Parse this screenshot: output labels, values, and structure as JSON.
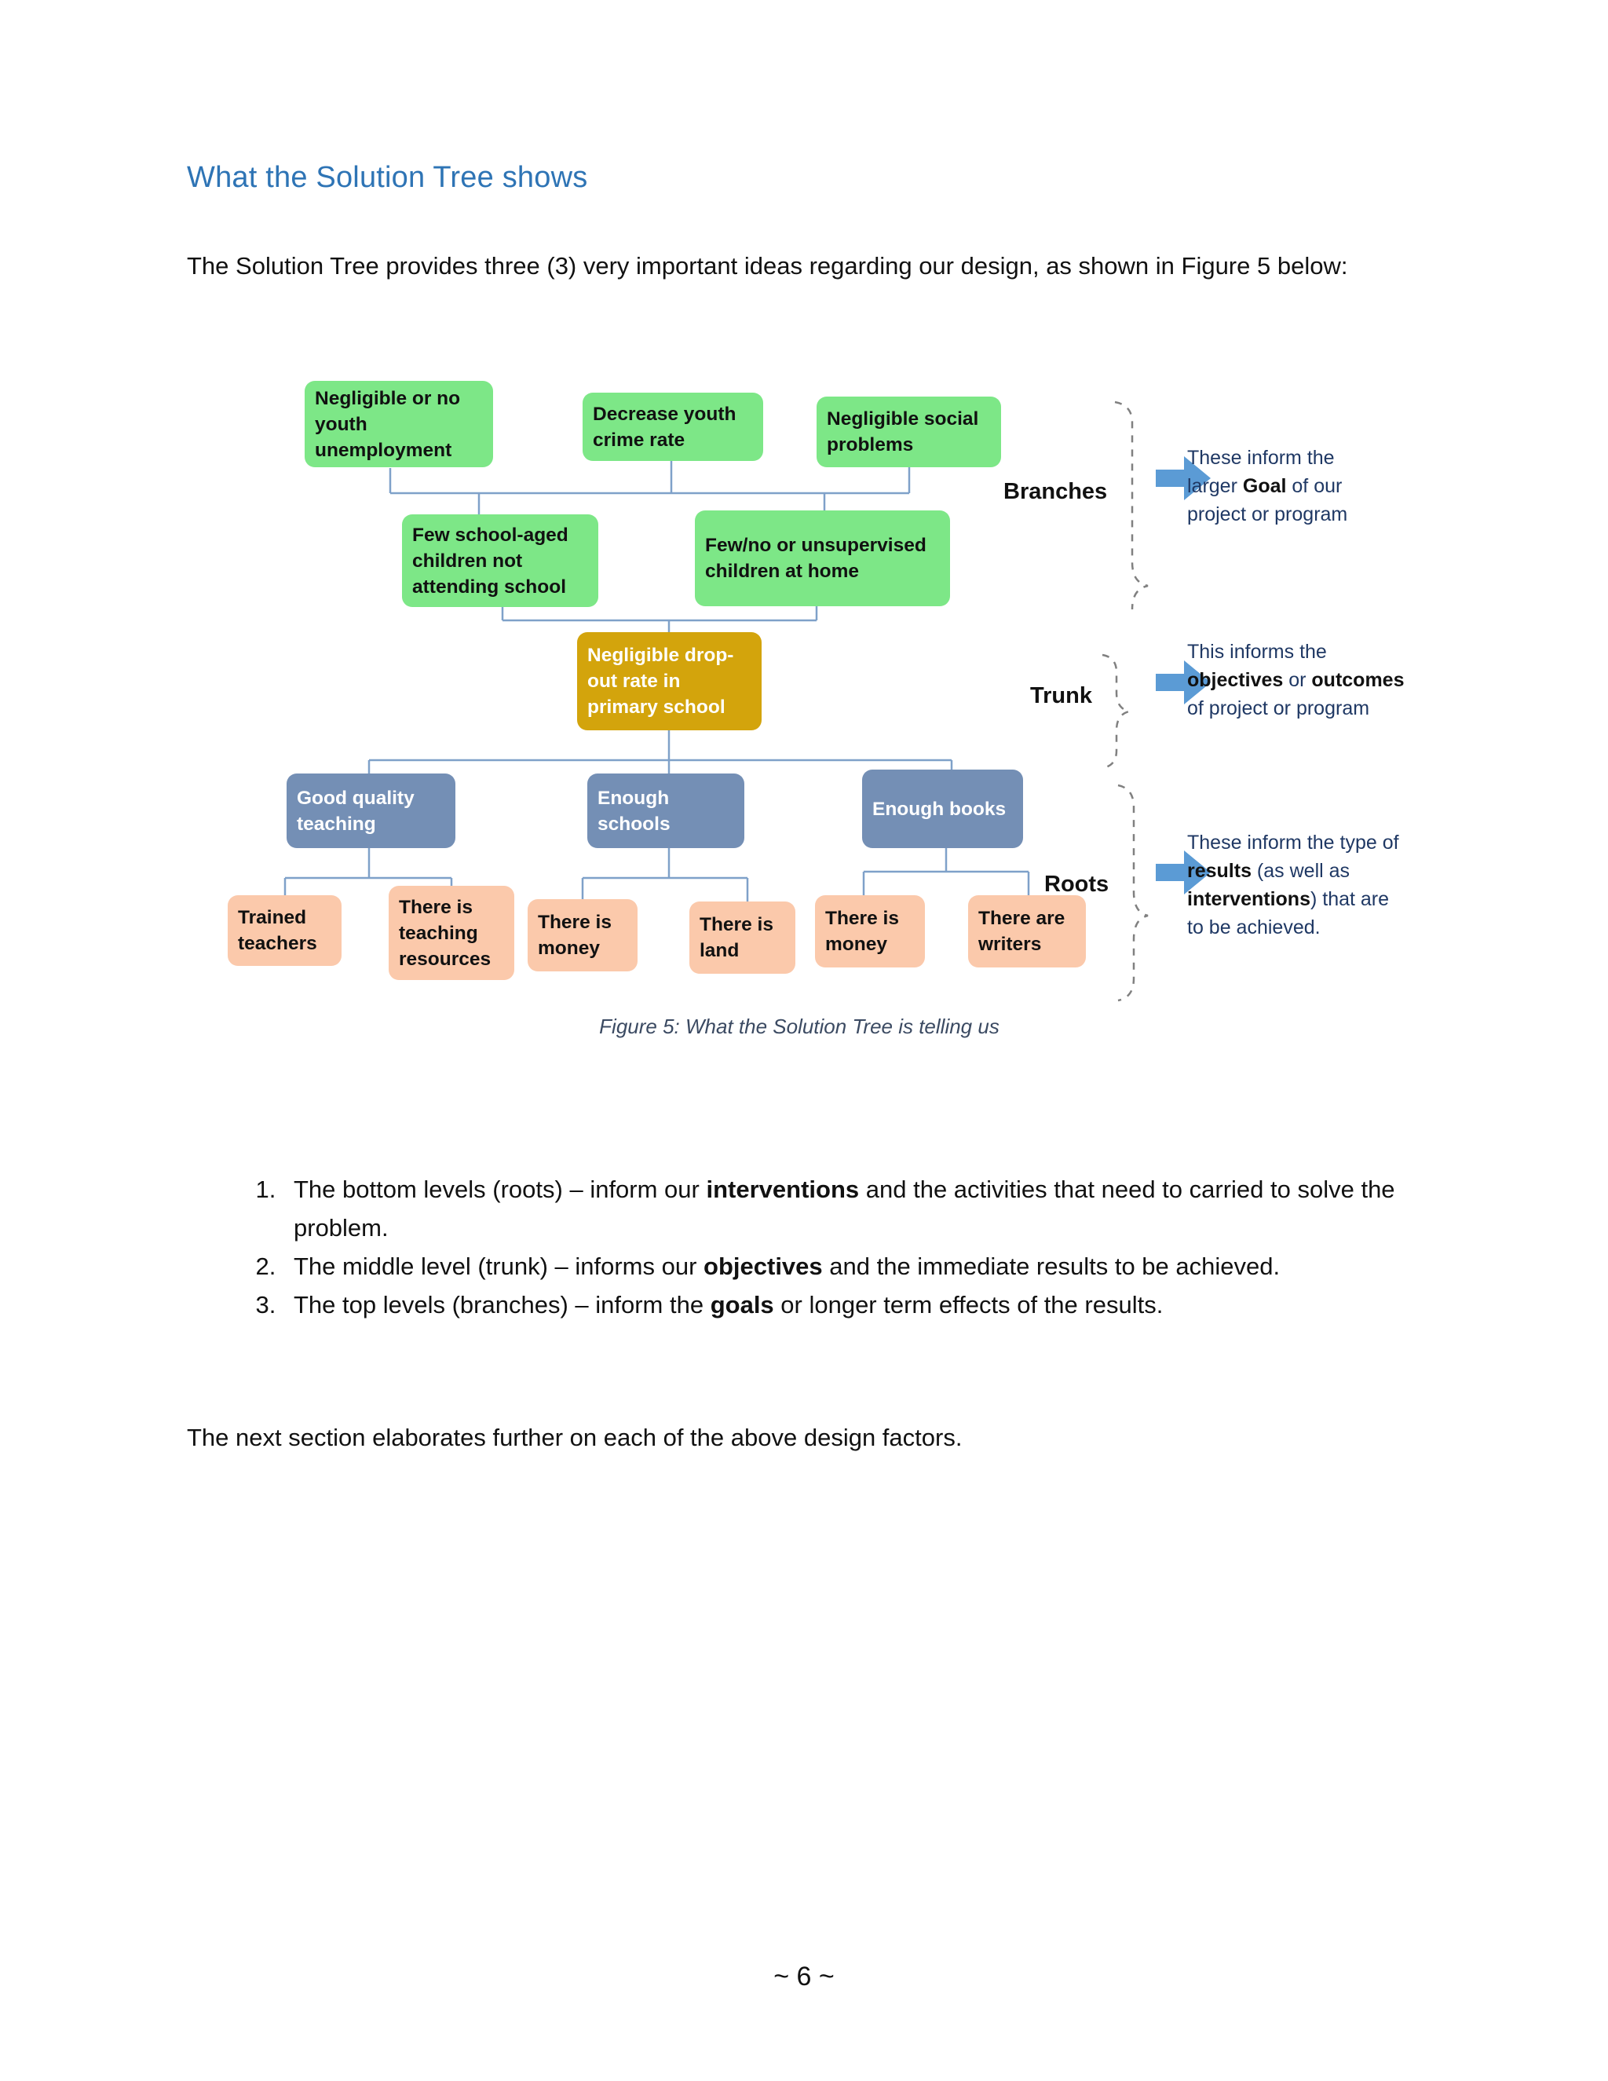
{
  "document": {
    "heading": "What the Solution Tree shows",
    "intro_paragraph": "The Solution Tree provides three (3) very important ideas regarding our design, as shown in Figure 5 below:",
    "figure_caption": "Figure 5: What the Solution Tree is telling us",
    "closing_paragraph": "The next section elaborates further on each of the above design factors.",
    "page_number": "~ 6 ~",
    "list": [
      {
        "pre": "The bottom levels (roots) – inform our ",
        "bold": "interventions",
        "post": " and the activities that need to carried to solve the problem."
      },
      {
        "pre": "The middle level (trunk) – informs our ",
        "bold": "objectives",
        "post": " and the immediate results to be achieved."
      },
      {
        "pre": "The top levels (branches) – inform the ",
        "bold": "goals",
        "post": " or longer term effects of the results."
      }
    ]
  },
  "diagram": {
    "title": "Solution Tree",
    "colors": {
      "branch_box": "#7DE787",
      "trunk_box": "#D3A40C",
      "root_box": "#748FB5",
      "leaf_box": "#FBC9AB",
      "connector": "#7FA1C9",
      "arrow": "#5B9BD5",
      "bracket": "#808080",
      "note_text": "#1F3864"
    },
    "branches": [
      {
        "id": "branch-1",
        "label": "Negligible or no youth unemployment"
      },
      {
        "id": "branch-2",
        "label": "Decrease youth crime rate"
      },
      {
        "id": "branch-3",
        "label": "Negligible social problems"
      },
      {
        "id": "branch-4",
        "label": "Few school-aged children not attending school"
      },
      {
        "id": "branch-5",
        "label": "Few/no or unsupervised children at home"
      }
    ],
    "trunk": {
      "id": "trunk-1",
      "label": "Negligible drop-out rate in primary school"
    },
    "roots": [
      {
        "id": "root-1",
        "label": "Good quality teaching"
      },
      {
        "id": "root-2",
        "label": "Enough schools"
      },
      {
        "id": "root-3",
        "label": "Enough books"
      }
    ],
    "leaves": [
      {
        "id": "leaf-1",
        "label": "Trained teachers"
      },
      {
        "id": "leaf-2",
        "label": "There is teaching resources"
      },
      {
        "id": "leaf-3",
        "label": "There is money"
      },
      {
        "id": "leaf-4",
        "label": "There is land"
      },
      {
        "id": "leaf-5",
        "label": "There is money"
      },
      {
        "id": "leaf-6",
        "label": "There are writers"
      }
    ],
    "annotations": [
      {
        "id": "branches",
        "label": "Branches",
        "note_line1_pre": "These inform the",
        "note_line2_pre": "larger ",
        "note_line2_bold": "Goal",
        "note_line2_post": " of our",
        "note_line3": "project or program"
      },
      {
        "id": "trunk",
        "label": "Trunk",
        "note_line1_pre": "This informs  the",
        "note_line2_pre": "",
        "note_line2_bold": "objectives",
        "note_line2_mid": " or ",
        "note_line2_bold2": "outcomes",
        "note_line3": "of project or program"
      },
      {
        "id": "roots",
        "label": "Roots",
        "note_line1_pre": "These inform the type of",
        "note_line2_bold": "results",
        "note_line2_post": " (as well as",
        "note_line3_bold": "interventions",
        "note_line3_post": ") that are",
        "note_line4": "to be achieved."
      }
    ]
  }
}
